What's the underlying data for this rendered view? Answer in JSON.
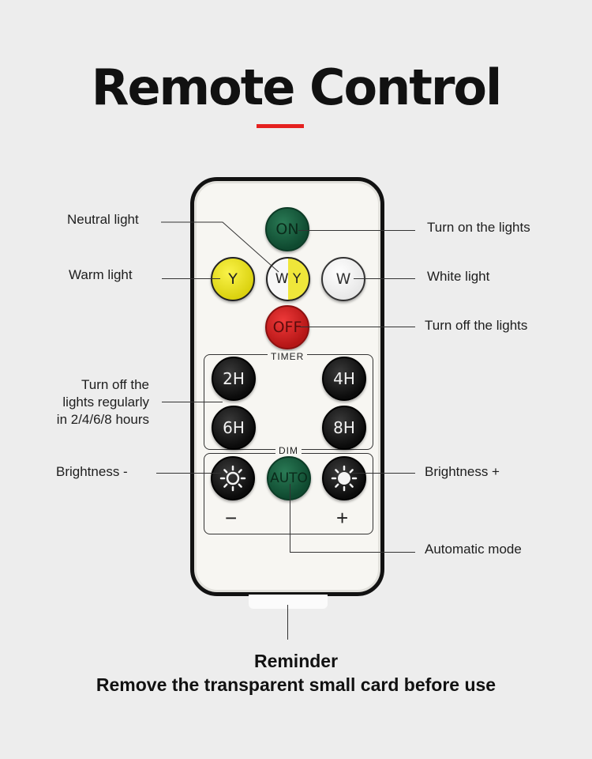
{
  "header": {
    "title": "Remote Control"
  },
  "remote": {
    "buttons": {
      "on": "ON",
      "warm": "Y",
      "neutral": "W Y",
      "white": "W",
      "off": "OFF",
      "timer_2h": "2H",
      "timer_4h": "4H",
      "timer_6h": "6H",
      "timer_8h": "8H",
      "auto": "AUTO"
    },
    "timer_label": "TIMER",
    "dim_label": "DIM",
    "minus": "−",
    "plus": "+"
  },
  "labels": {
    "neutral_light": "Neutral light",
    "warm_light": "Warm light",
    "timer_line1": "Turn off the",
    "timer_line2": "lights regularly",
    "timer_line3": "in 2/4/6/8 hours",
    "brightness_minus": "Brightness -",
    "turn_on": "Turn on the lights",
    "white_light": "White light",
    "turn_off": "Turn off the lights",
    "brightness_plus": "Brightness +",
    "auto_mode": "Automatic mode"
  },
  "footer": {
    "reminder_title": "Reminder",
    "reminder_text": "Remove the transparent small card before use"
  },
  "colors": {
    "accent": "#e5211f",
    "on_button": "#1f5e3f",
    "off_button": "#d92222",
    "warm_button": "#eee531"
  }
}
